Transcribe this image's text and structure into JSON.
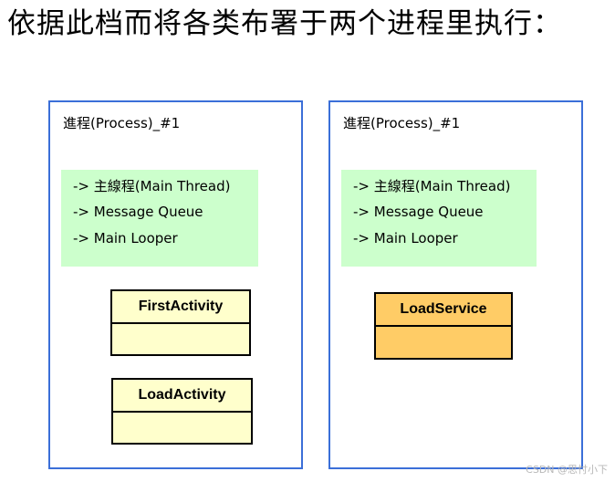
{
  "heading": "依据此档而将各类布署于两个进程里执行：",
  "processes": [
    {
      "title": "進程(Process)_#1",
      "thread_lines": [
        "-> 主線程(Main Thread)",
        "-> Message Queue",
        "-> Main Looper"
      ],
      "components": [
        {
          "name": "FirstActivity",
          "kind": "activity"
        },
        {
          "name": "LoadActivity",
          "kind": "activity"
        }
      ]
    },
    {
      "title": "進程(Process)_#1",
      "thread_lines": [
        "-> 主線程(Main Thread)",
        "-> Message Queue",
        "-> Main Looper"
      ],
      "components": [
        {
          "name": "LoadService",
          "kind": "service"
        }
      ]
    }
  ],
  "watermark": "CSDN @思忖小下",
  "colors": {
    "process_border": "#3b6fd8",
    "thread_panel": "#ccffcc",
    "activity_fill": "#ffffcc",
    "service_fill": "#ffcc66"
  }
}
